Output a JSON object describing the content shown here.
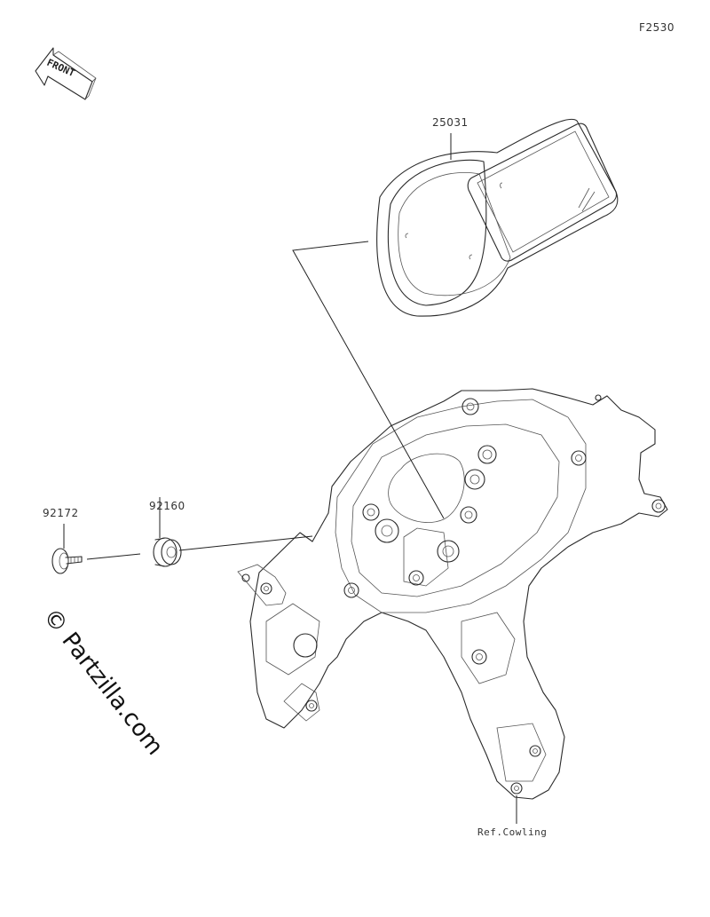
{
  "figure_code": "F2530",
  "front_arrow_label": "FRONT",
  "parts": [
    {
      "number": "25031",
      "name": ""
    },
    {
      "number": "92160",
      "name": ""
    },
    {
      "number": "92172",
      "name": ""
    }
  ],
  "reference_note": "Ref.Cowling",
  "watermark": "© Partzilla.com",
  "colors": {
    "line": "#2a2a2a",
    "background": "#ffffff"
  }
}
